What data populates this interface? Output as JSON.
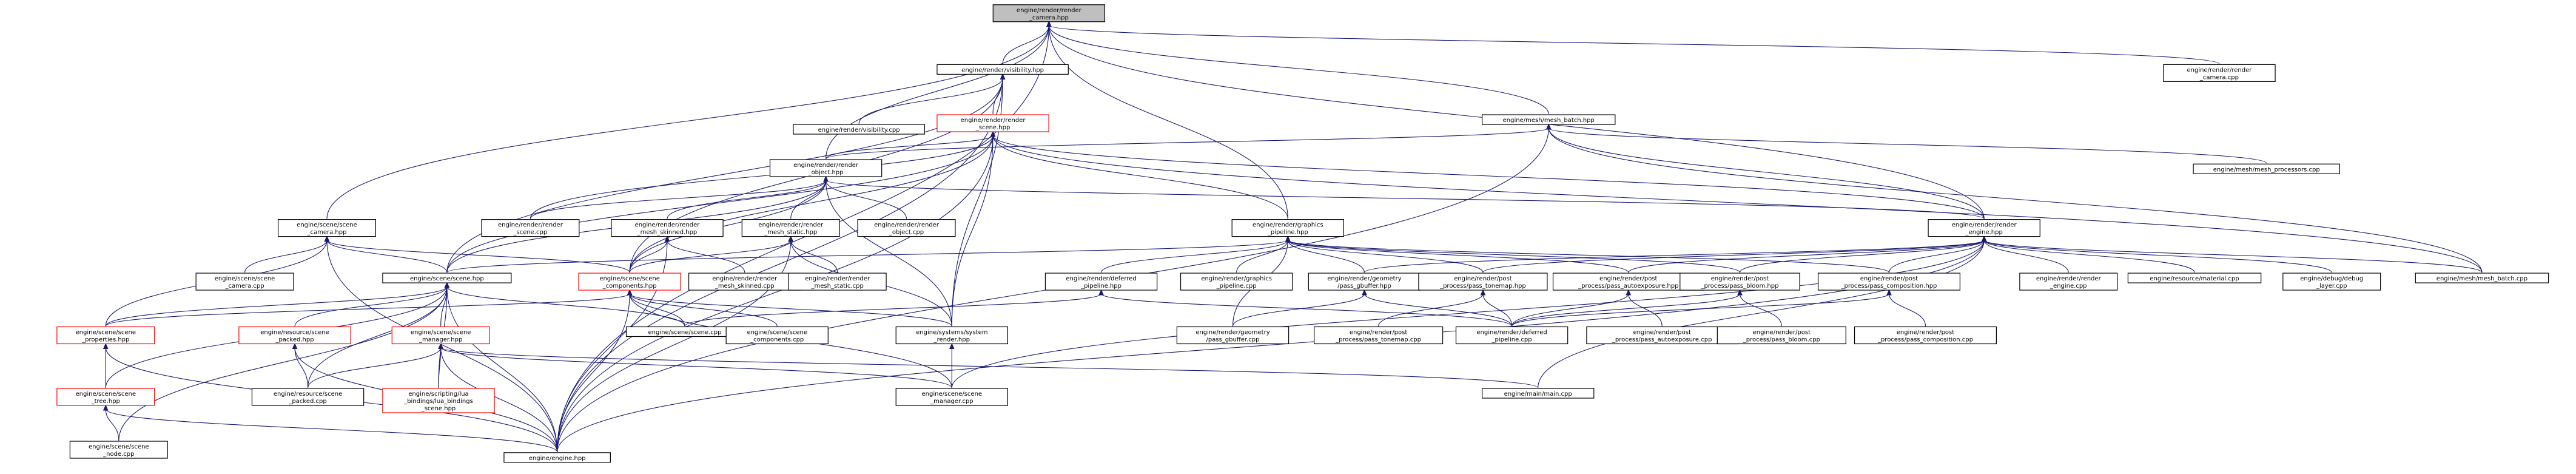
{
  "diagram": {
    "colors": {
      "edge": "#191970",
      "node_border": "#000000",
      "node_border_incomplete": "#ff0000",
      "root_fill": "#bfbfbf",
      "node_fill": "#ffffff"
    },
    "nodes": [
      {
        "id": "camera_hpp",
        "lines": [
          "engine/render/render",
          "_camera.hpp"
        ],
        "root": true
      },
      {
        "id": "visibility_hpp",
        "lines": [
          "engine/render/visibility.hpp"
        ]
      },
      {
        "id": "render_camera_cpp",
        "lines": [
          "engine/render/render",
          "_camera.cpp"
        ]
      },
      {
        "id": "visibility_cpp",
        "lines": [
          "engine/render/visibility.cpp"
        ]
      },
      {
        "id": "render_scene_hpp",
        "lines": [
          "engine/render/render",
          "_scene.hpp"
        ],
        "red": true
      },
      {
        "id": "mesh_batch_hpp",
        "lines": [
          "engine/mesh/mesh_batch.hpp"
        ]
      },
      {
        "id": "mesh_processors_cpp",
        "lines": [
          "engine/mesh/mesh_processors.cpp"
        ]
      },
      {
        "id": "render_object_hpp",
        "lines": [
          "engine/render/render",
          "_object.hpp"
        ]
      },
      {
        "id": "scene_camera_hpp",
        "lines": [
          "engine/scene/scene",
          "_camera.hpp"
        ]
      },
      {
        "id": "graphics_pipeline_hpp",
        "lines": [
          "engine/render/graphics",
          "_pipeline.hpp"
        ]
      },
      {
        "id": "render_engine_hpp",
        "lines": [
          "engine/render/render",
          "_engine.hpp"
        ]
      },
      {
        "id": "render_scene_cpp",
        "lines": [
          "engine/render/render",
          "_scene.cpp"
        ]
      },
      {
        "id": "mesh_skinned_hpp",
        "lines": [
          "engine/render/render",
          "_mesh_skinned.hpp"
        ]
      },
      {
        "id": "mesh_static_hpp",
        "lines": [
          "engine/render/render",
          "_mesh_static.hpp"
        ]
      },
      {
        "id": "render_object_cpp",
        "lines": [
          "engine/render/render",
          "_object.cpp"
        ]
      },
      {
        "id": "scene_camera_cpp",
        "lines": [
          "engine/scene/scene",
          "_camera.cpp"
        ]
      },
      {
        "id": "scene_hpp",
        "lines": [
          "engine/scene/scene.hpp"
        ]
      },
      {
        "id": "scene_components_hpp",
        "lines": [
          "engine/scene/scene",
          "_components.hpp"
        ],
        "red": true
      },
      {
        "id": "mesh_skinned_cpp",
        "lines": [
          "engine/render/render",
          "_mesh_skinned.cpp"
        ]
      },
      {
        "id": "mesh_static_cpp",
        "lines": [
          "engine/render/render",
          "_mesh_static.cpp"
        ]
      },
      {
        "id": "deferred_pipeline_hpp",
        "lines": [
          "engine/render/deferred",
          "_pipeline.hpp"
        ]
      },
      {
        "id": "graphics_pipeline_cpp",
        "lines": [
          "engine/render/graphics",
          "_pipeline.cpp"
        ]
      },
      {
        "id": "pass_gbuffer_hpp",
        "lines": [
          "engine/render/geometry",
          "/pass_gbuffer.hpp"
        ]
      },
      {
        "id": "pass_tonemap_hpp",
        "lines": [
          "engine/render/post",
          "_process/pass_tonemap.hpp"
        ]
      },
      {
        "id": "pass_autoexposure_hpp",
        "lines": [
          "engine/render/post",
          "_process/pass_autoexposure.hpp"
        ]
      },
      {
        "id": "pass_bloom_hpp",
        "lines": [
          "engine/render/post",
          "_process/pass_bloom.hpp"
        ]
      },
      {
        "id": "pass_composition_hpp",
        "lines": [
          "engine/render/post",
          "_process/pass_composition.hpp"
        ]
      },
      {
        "id": "render_engine_cpp",
        "lines": [
          "engine/render/render",
          "_engine.cpp"
        ]
      },
      {
        "id": "material_cpp",
        "lines": [
          "engine/resource/material.cpp"
        ]
      },
      {
        "id": "debug_layer_cpp",
        "lines": [
          "engine/debug/debug",
          "_layer.cpp"
        ]
      },
      {
        "id": "mesh_batch_cpp",
        "lines": [
          "engine/mesh/mesh_batch.cpp"
        ]
      },
      {
        "id": "scene_properties_hpp",
        "lines": [
          "engine/scene/scene",
          "_properties.hpp"
        ],
        "red": true
      },
      {
        "id": "scene_packed_hpp",
        "lines": [
          "engine/resource/scene",
          "_packed.hpp"
        ],
        "red": true
      },
      {
        "id": "scene_manager_hpp",
        "lines": [
          "engine/scene/scene",
          "_manager.hpp"
        ],
        "red": true
      },
      {
        "id": "scene_cpp",
        "lines": [
          "engine/scene/scene.cpp"
        ]
      },
      {
        "id": "scene_components_cpp",
        "lines": [
          "engine/scene/scene",
          "_components.cpp"
        ]
      },
      {
        "id": "system_render_hpp",
        "lines": [
          "engine/systems/system",
          "_render.hpp"
        ]
      },
      {
        "id": "pass_gbuffer_cpp",
        "lines": [
          "engine/render/geometry",
          "/pass_gbuffer.cpp"
        ]
      },
      {
        "id": "pass_tonemap_cpp",
        "lines": [
          "engine/render/post",
          "_process/pass_tonemap.cpp"
        ]
      },
      {
        "id": "deferred_pipeline_cpp",
        "lines": [
          "engine/render/deferred",
          "_pipeline.cpp"
        ]
      },
      {
        "id": "pass_autoexposure_cpp",
        "lines": [
          "engine/render/post",
          "_process/pass_autoexposure.cpp"
        ]
      },
      {
        "id": "pass_bloom_cpp",
        "lines": [
          "engine/render/post",
          "_process/pass_bloom.cpp"
        ]
      },
      {
        "id": "pass_composition_cpp",
        "lines": [
          "engine/render/post",
          "_process/pass_composition.cpp"
        ]
      },
      {
        "id": "scene_tree_hpp",
        "lines": [
          "engine/scene/scene",
          "_tree.hpp"
        ],
        "red": true
      },
      {
        "id": "scene_packed_cpp",
        "lines": [
          "engine/resource/scene",
          "_packed.cpp"
        ]
      },
      {
        "id": "lua_bindings_scene_hpp",
        "lines": [
          "engine/scripting/lua",
          "_bindings/lua_bindings",
          "_scene.hpp"
        ],
        "red": true
      },
      {
        "id": "scene_manager_cpp",
        "lines": [
          "engine/scene/scene",
          "_manager.cpp"
        ]
      },
      {
        "id": "main_cpp",
        "lines": [
          "engine/main/main.cpp"
        ]
      },
      {
        "id": "scene_node_cpp",
        "lines": [
          "engine/scene/scene",
          "_node.cpp"
        ]
      },
      {
        "id": "engine_hpp",
        "lines": [
          "engine/engine.hpp"
        ]
      }
    ]
  }
}
